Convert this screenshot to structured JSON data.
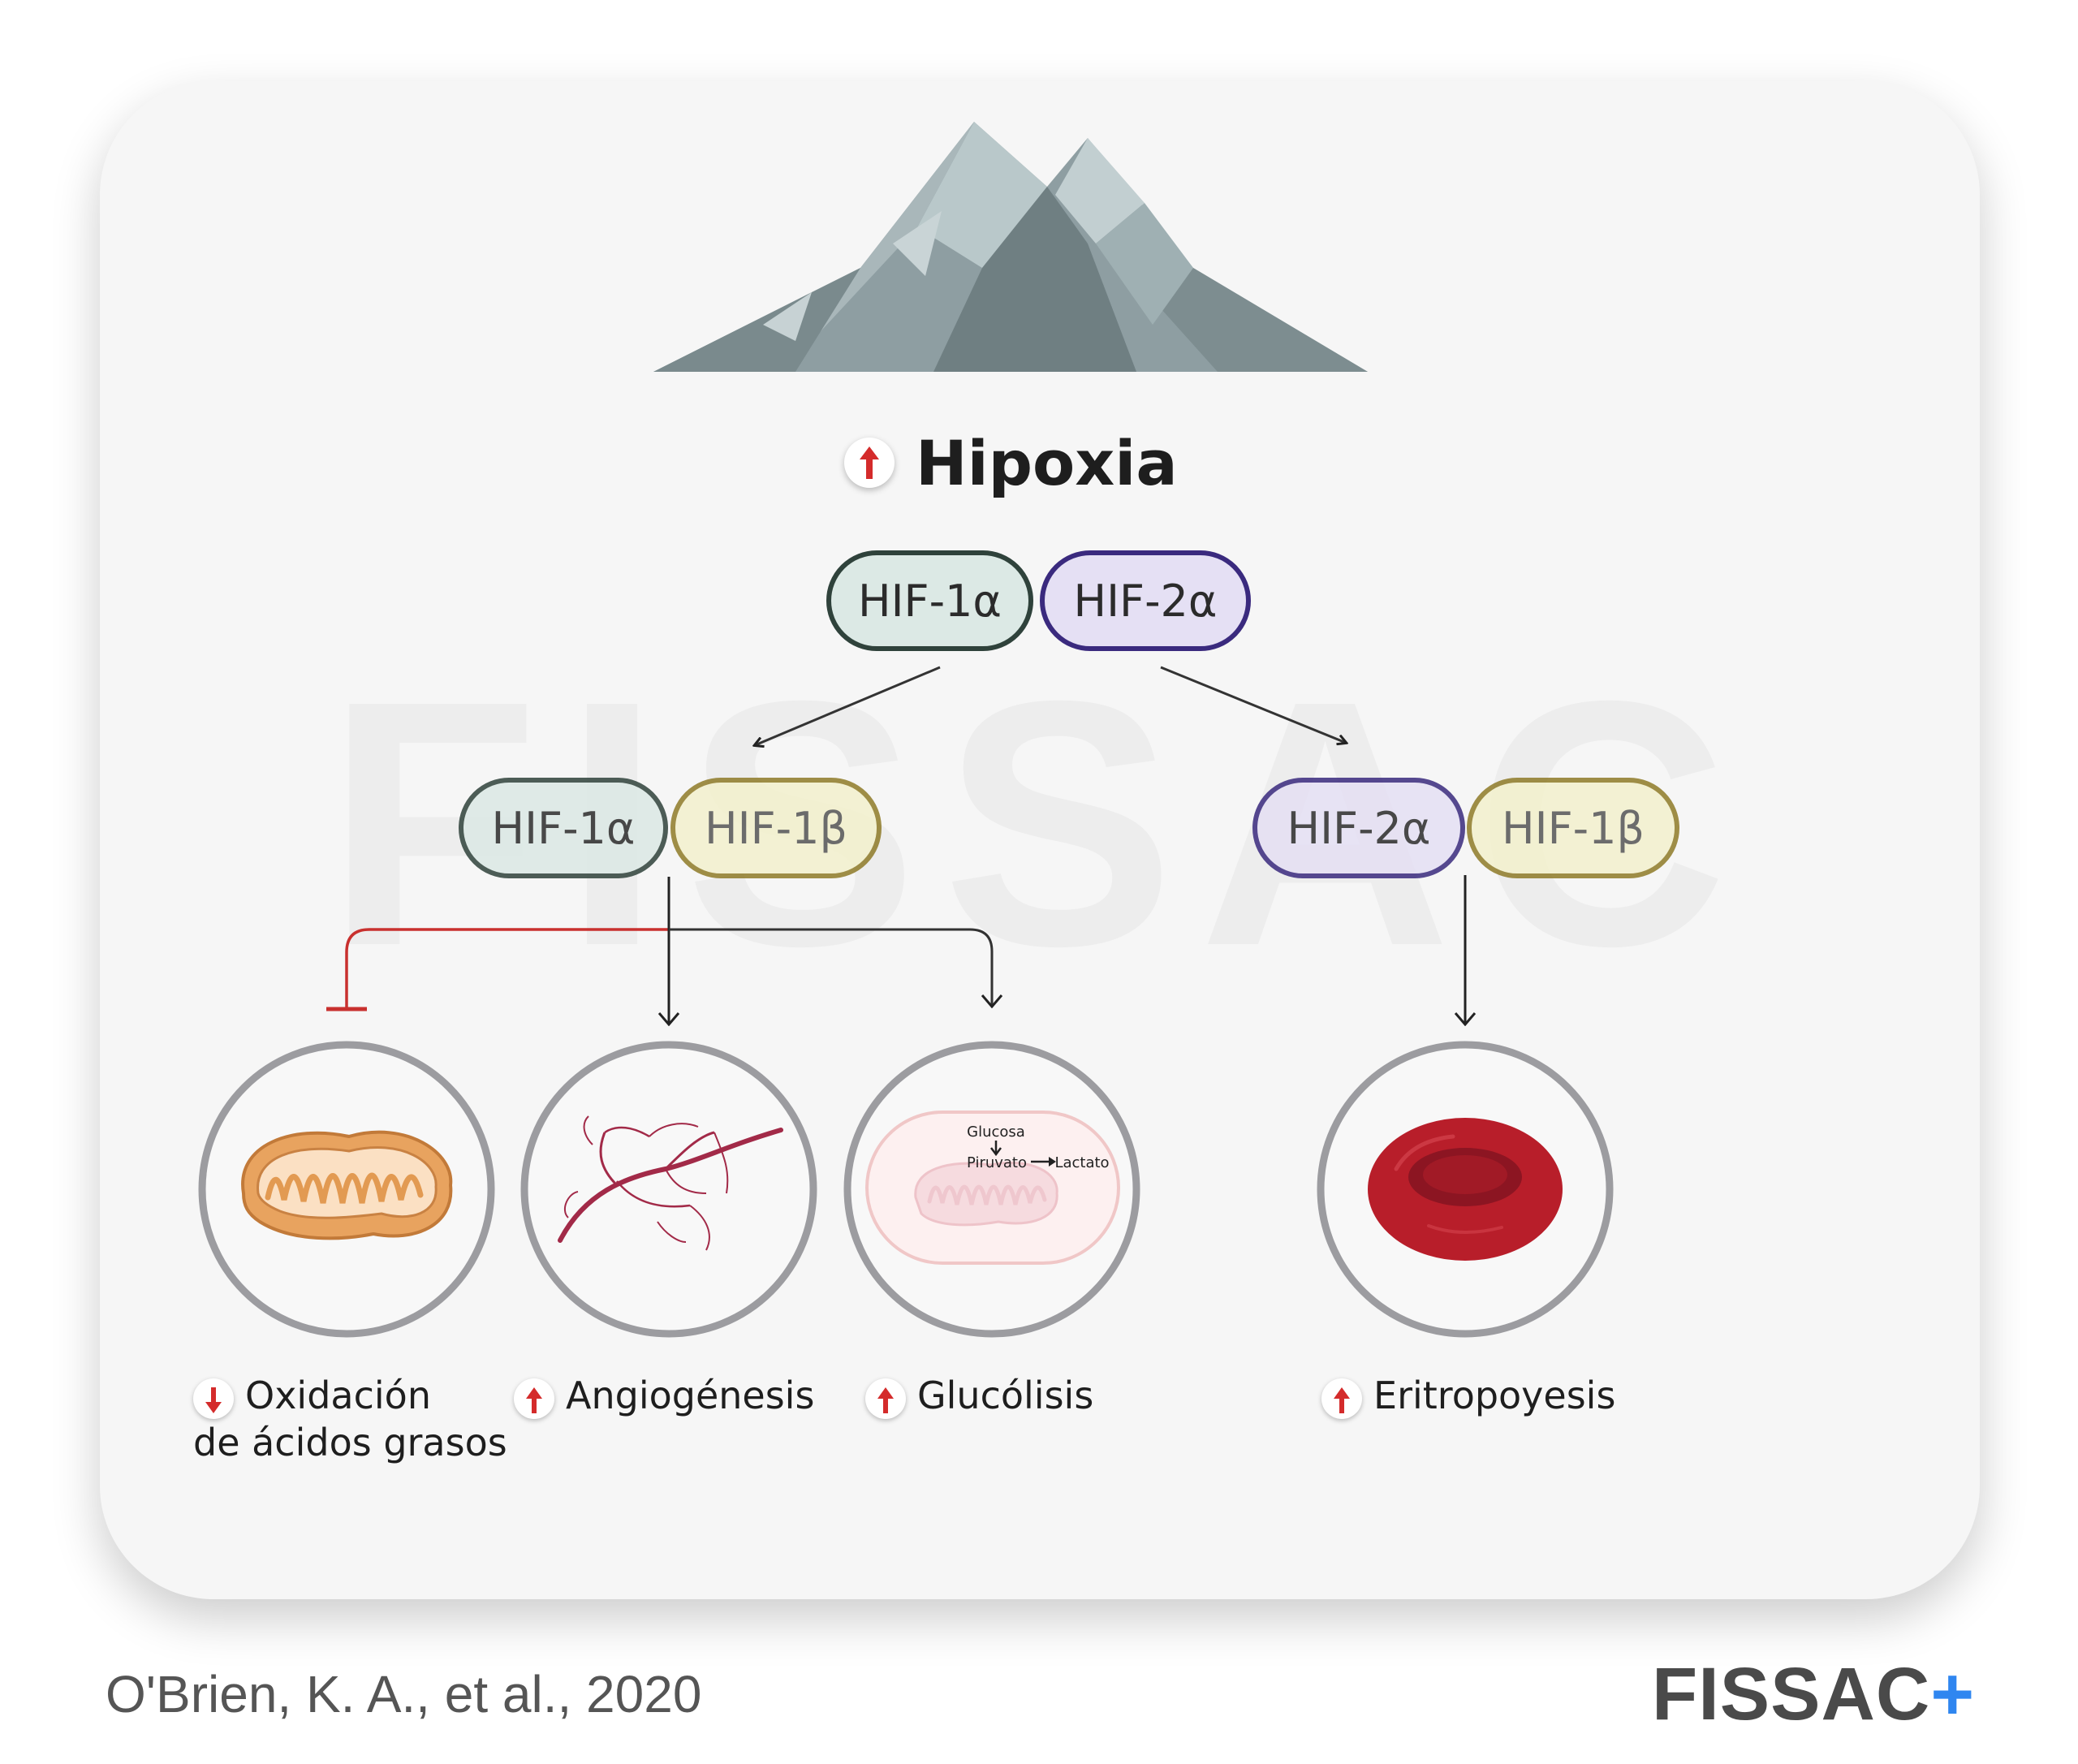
{
  "title": "Hipoxia",
  "watermark_text": "FISSAC",
  "top_complex": {
    "left": "HIF-1α",
    "right": "HIF-2α"
  },
  "complex_left": {
    "alpha": "HIF-1α",
    "beta": "HIF-1β"
  },
  "complex_right": {
    "alpha": "HIF-2α",
    "beta": "HIF-1β"
  },
  "glycolysis_inset": {
    "glucose": "Glucosa",
    "pyruvate": "Piruvato",
    "lactate": "Lactato"
  },
  "outcomes": [
    {
      "direction": "down",
      "line1": "Oxidación",
      "line2": "de ácidos grasos",
      "icon": "mitochondria-icon"
    },
    {
      "direction": "up",
      "line1": "Angiogénesis",
      "icon": "blood-vessels-icon"
    },
    {
      "direction": "up",
      "line1": "Glucólisis",
      "icon": "cell-glycolysis-icon"
    },
    {
      "direction": "up",
      "line1": "Eritropoyesis",
      "icon": "red-blood-cell-icon"
    }
  ],
  "citation": "O'Brien, K. A., et al., 2020",
  "logo": {
    "text": "FISSAC",
    "plus": "+"
  },
  "colors": {
    "up_arrow": "#d42b2b",
    "inhibit": "#d42b2b",
    "hif1a_fill": "#dce9e5",
    "hif2a_fill": "#e5e0f4",
    "hif1b_fill": "#f3f1cd",
    "logo_plus": "#2f86f0"
  }
}
